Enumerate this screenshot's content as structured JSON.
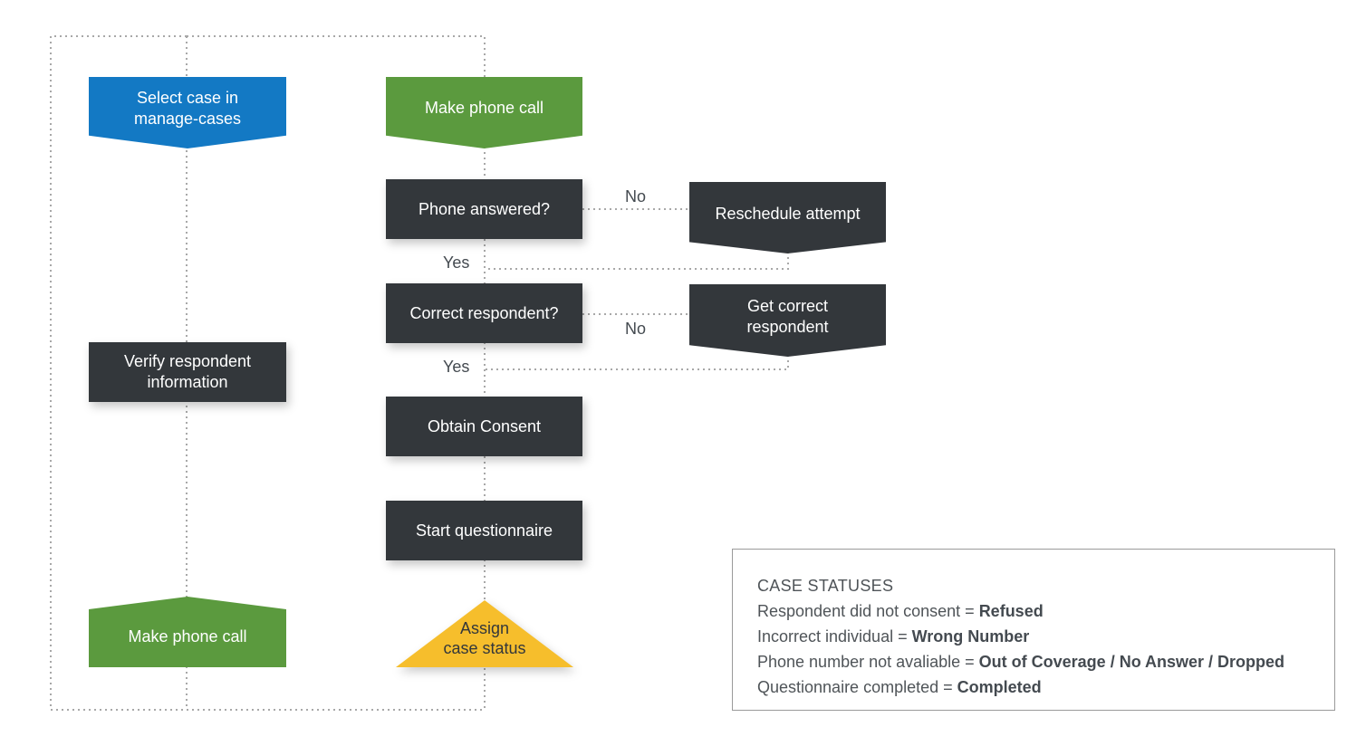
{
  "nodes": {
    "select_case": "Select case in\nmanage-cases",
    "verify_info": "Verify respondent\ninformation",
    "make_call_left": "Make phone call",
    "make_call_top": "Make phone call",
    "phone_answered": "Phone answered?",
    "correct_respondent": "Correct respondent?",
    "obtain_consent": "Obtain Consent",
    "start_questionnaire": "Start questionnaire",
    "assign_status": "Assign\ncase status",
    "reschedule": "Reschedule attempt",
    "get_correct": "Get correct\nrespondent"
  },
  "edge_labels": {
    "no_1": "No",
    "yes_1": "Yes",
    "no_2": "No",
    "yes_2": "Yes"
  },
  "legend": {
    "title": "CASE STATUSES",
    "rows": [
      {
        "prefix": "Respondent did not consent = ",
        "status": "Refused"
      },
      {
        "prefix": "Incorrect individual = ",
        "status": "Wrong Number"
      },
      {
        "prefix": "Phone number not avaliable = ",
        "status": "Out of Coverage / No Answer / Dropped"
      },
      {
        "prefix": "Questionnaire completed = ",
        "status": "Completed"
      }
    ]
  },
  "colors": {
    "dark_box": "#33373b",
    "blue_box": "#1379c4",
    "green_box": "#5b9a3e",
    "yellow_triangle": "#f6be2c",
    "connector": "#a8a8a8"
  }
}
